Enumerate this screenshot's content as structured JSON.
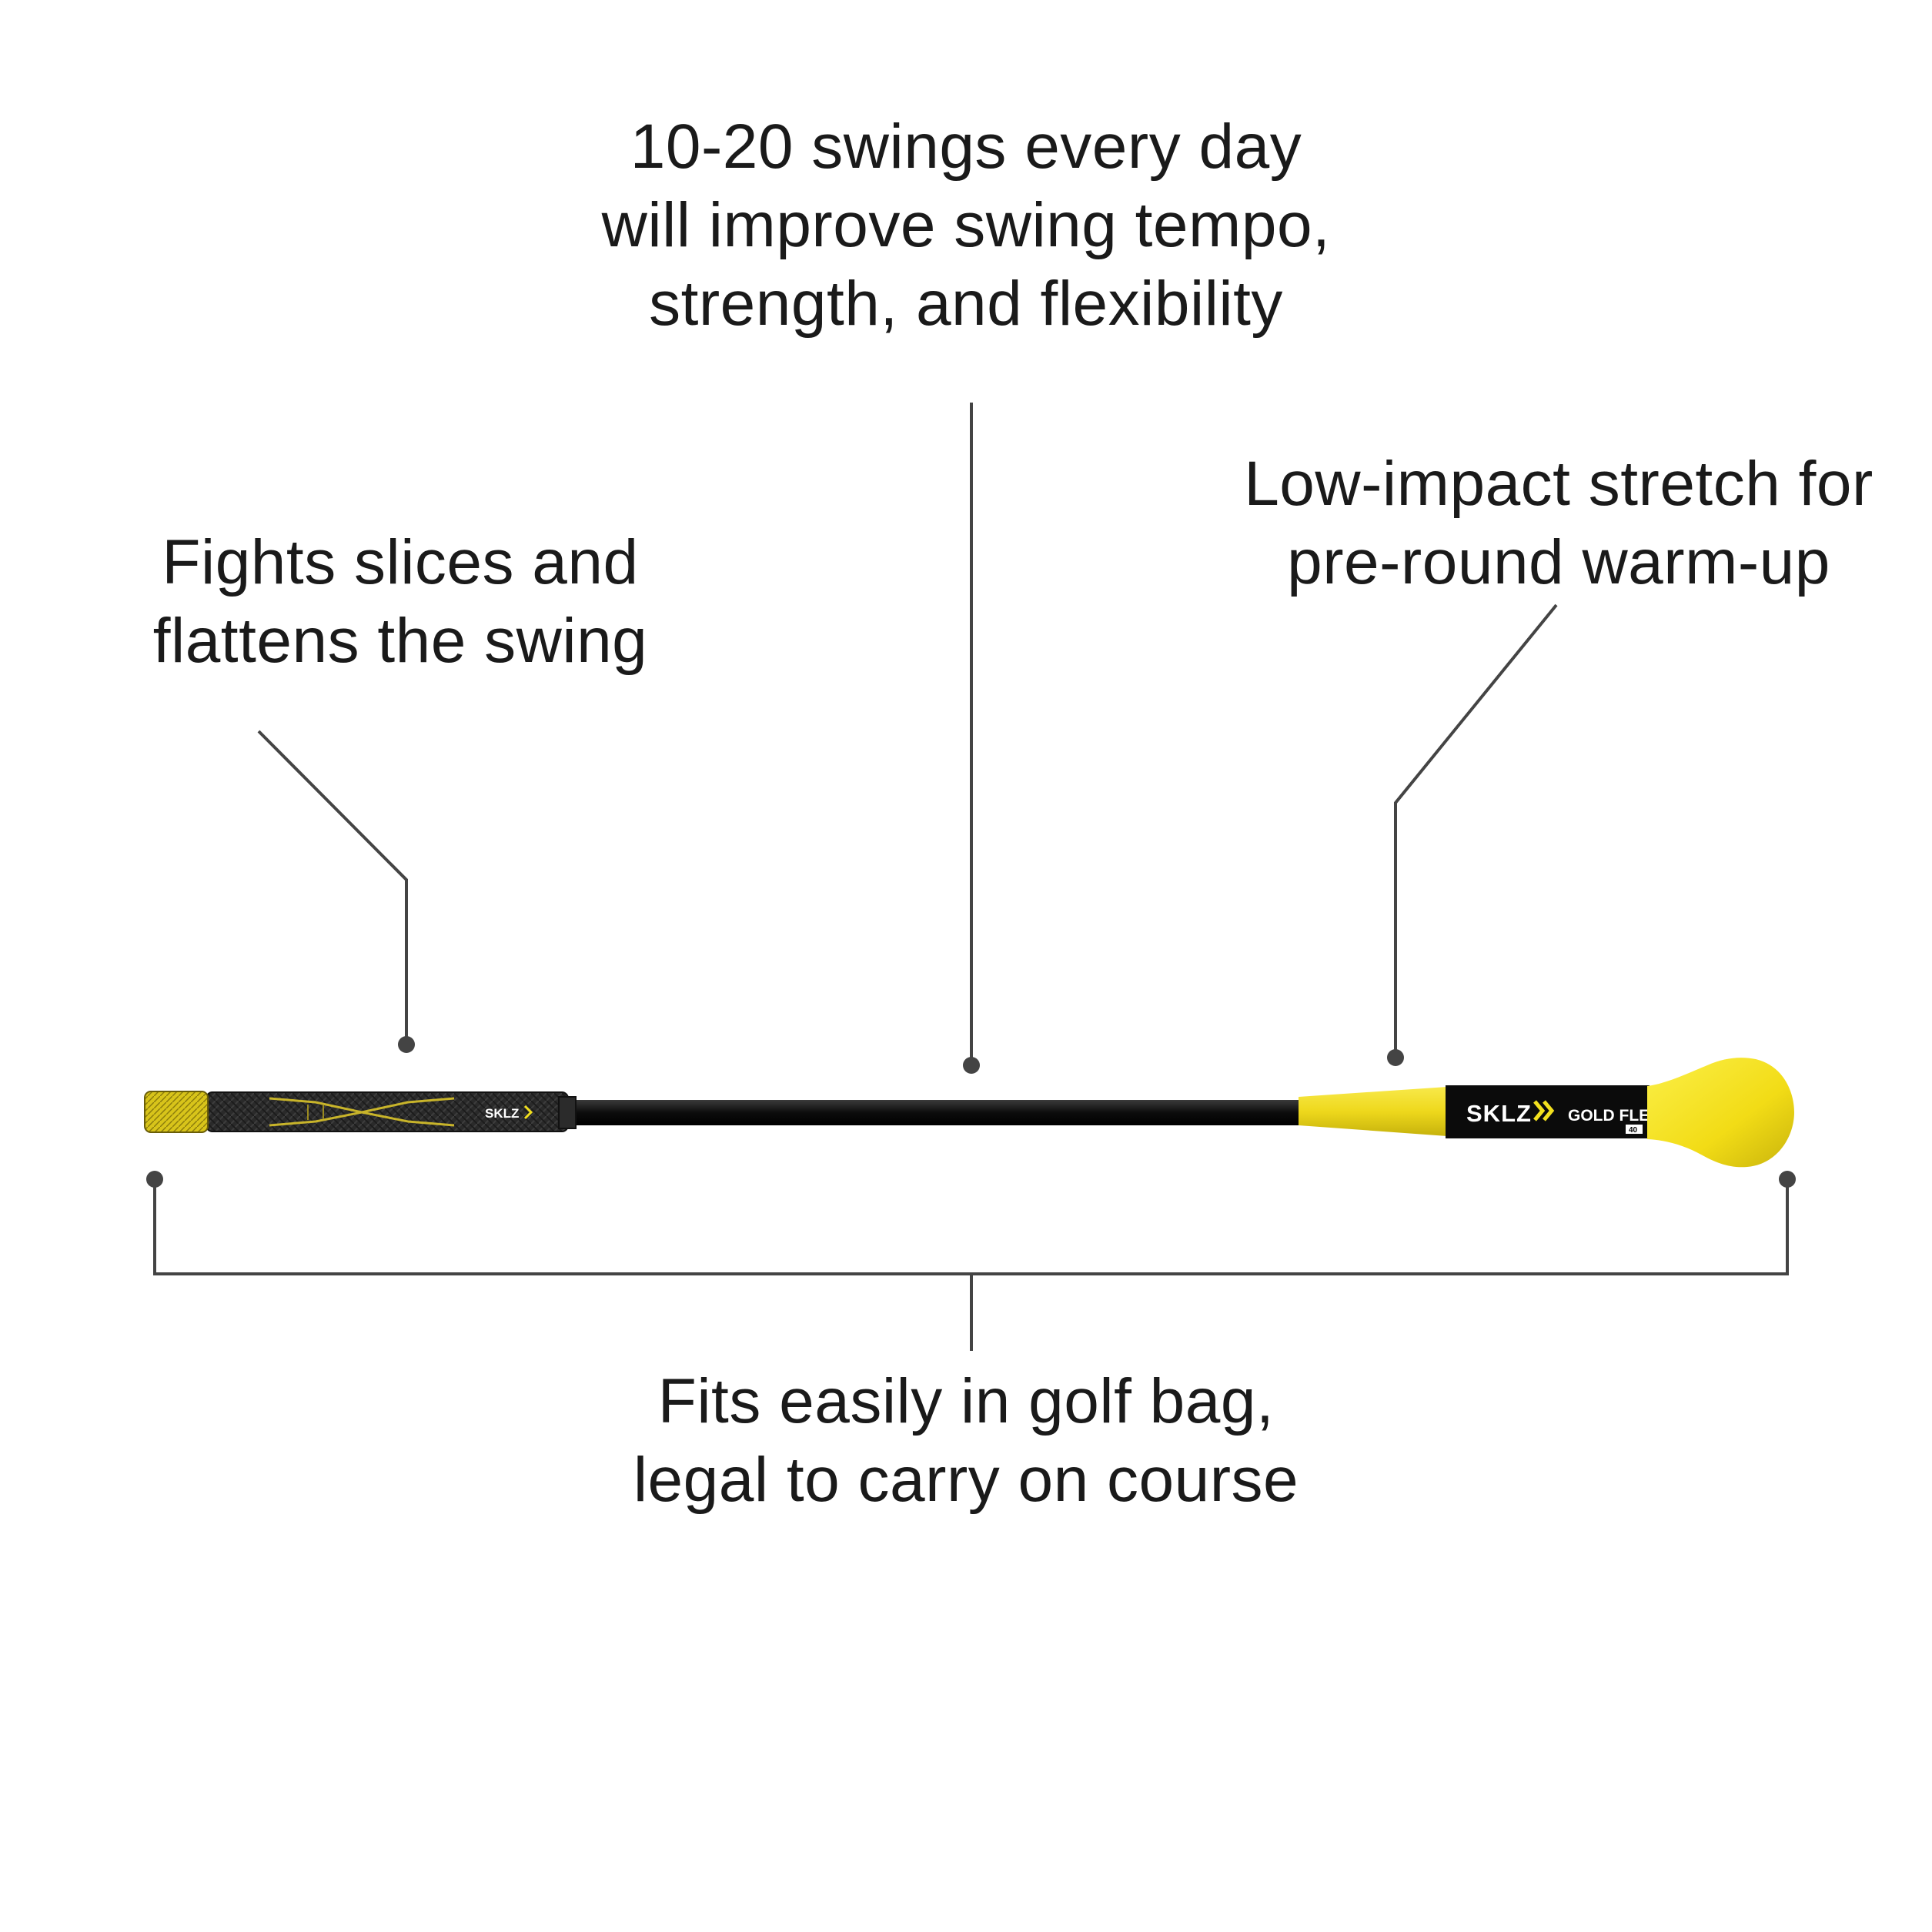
{
  "callouts": {
    "top": {
      "lines": [
        "10-20 swings every day",
        "will improve swing tempo,",
        "strength, and flexibility"
      ]
    },
    "left": {
      "lines": [
        "Fights slices and",
        "flattens the swing"
      ]
    },
    "right": {
      "lines": [
        "Low-impact stretch for",
        "pre-round warm-up"
      ]
    },
    "bottom": {
      "lines": [
        "Fits easily in golf bag,",
        "legal to carry on course"
      ]
    }
  },
  "product": {
    "brand": "SKLZ",
    "model": "GOLD FLEX",
    "size": "40",
    "grip_brand": "SKLZ"
  },
  "colors": {
    "accent_yellow": "#f2e01e",
    "shaft_black": "#111111",
    "leader_line": "#444444"
  }
}
